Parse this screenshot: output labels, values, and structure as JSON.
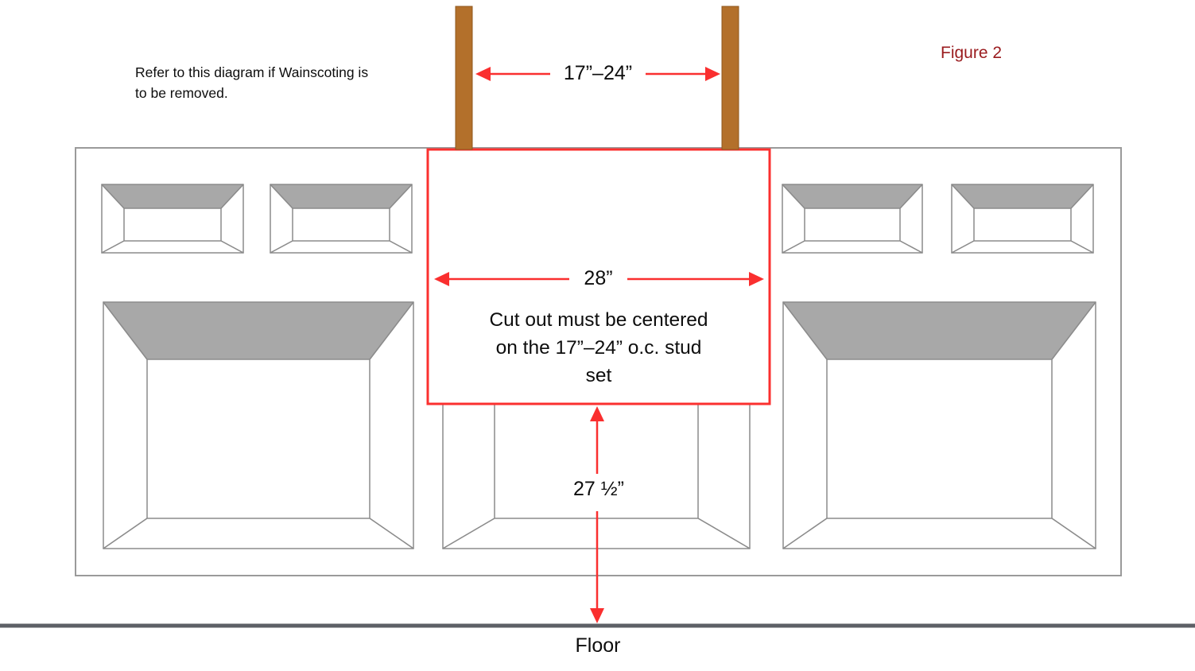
{
  "figure_label": "Figure 2",
  "note_lines": [
    "Refer to this diagram if Wainscoting is",
    "to be removed."
  ],
  "labels": {
    "stud_spacing": "17”–24”",
    "cutout_width": "28”",
    "cutout_note_lines": [
      "Cut out must be centered",
      "on the 17”–24” o.c. stud",
      "set"
    ],
    "floor_height": "27 ½”",
    "floor": "Floor"
  },
  "colors": {
    "accent_red": "#fa2f2f",
    "cutout_border_red": "#fb302f",
    "stud_brown": "#b3702b",
    "stud_border_brown": "#8f571e",
    "panel_bevel_gray": "#a8a8a8",
    "panel_line_gray": "#8c8c8c",
    "wainscot_outline_gray": "#9a9a9a",
    "figure_label_red": "#9a1b1e",
    "floor_line_gray": "#5d6066",
    "text_black": "#0d0d0d"
  }
}
